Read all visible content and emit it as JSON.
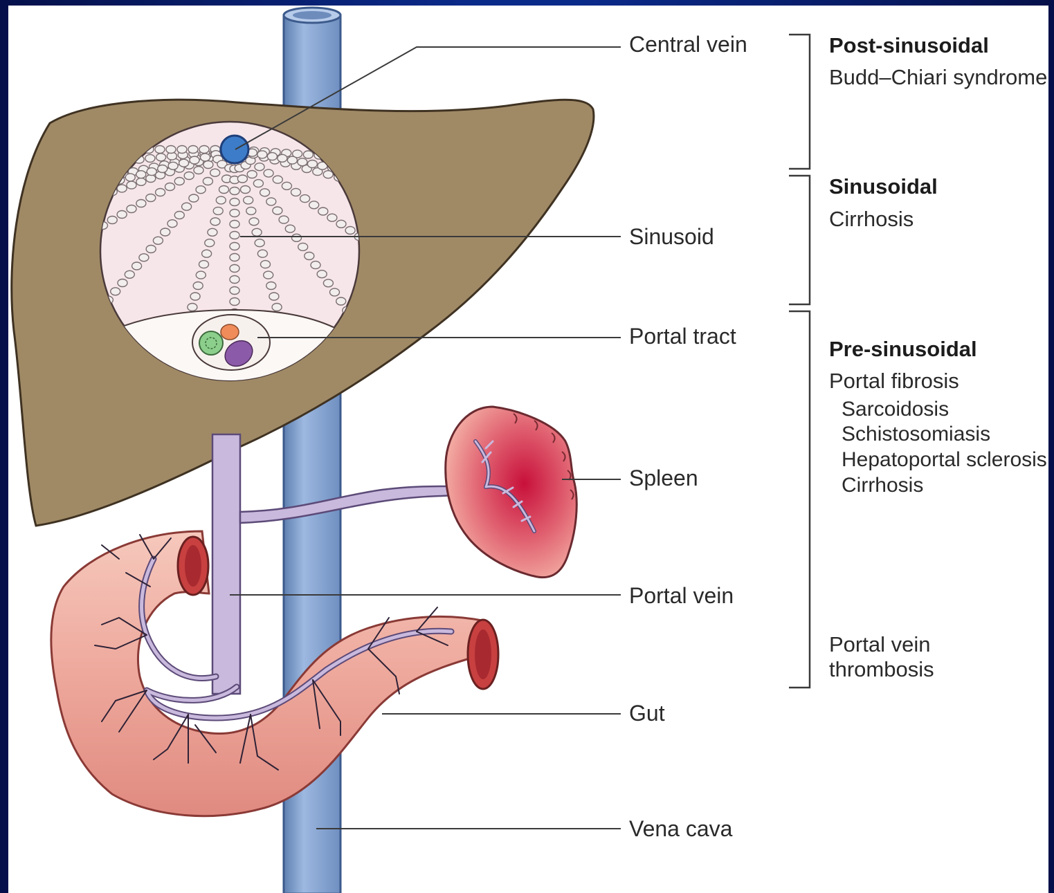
{
  "labels": {
    "central_vein": "Central vein",
    "sinusoid": "Sinusoid",
    "portal_tract": "Portal tract",
    "spleen": "Spleen",
    "portal_vein": "Portal vein",
    "gut": "Gut",
    "vena_cava": "Vena cava"
  },
  "classification": {
    "post": {
      "heading": "Post-sinusoidal",
      "items": [
        "Budd–Chiari syndrome"
      ]
    },
    "sinusoidal": {
      "heading": "Sinusoidal",
      "items": [
        "Cirrhosis"
      ]
    },
    "pre": {
      "heading": "Pre-sinusoidal",
      "group": "Portal fibrosis",
      "subitems": [
        "Sarcoidosis",
        "Schistosomiasis",
        "Hepatoportal sclerosis",
        "Cirrhosis"
      ],
      "extra": [
        "Portal vein",
        "thrombosis"
      ]
    }
  },
  "colors": {
    "liver": "#a08a66",
    "vena_cava": "#8aa8d4",
    "portal_system": "#c9b9dd",
    "spleen": "#d9606c",
    "gut": "#eaa59a",
    "lobule": "#f6e6ea"
  }
}
